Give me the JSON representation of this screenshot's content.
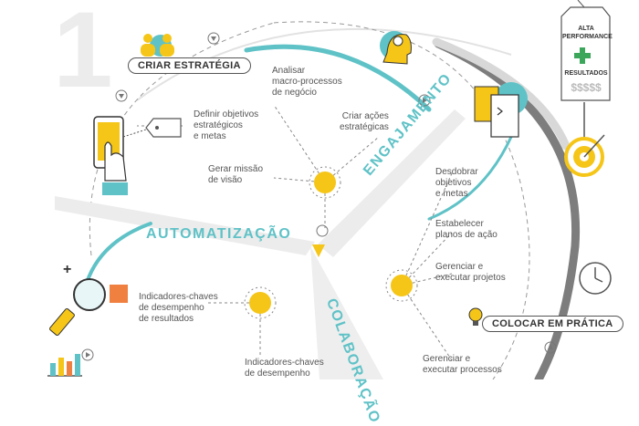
{
  "step_number": "1",
  "labels": {
    "criar_estrategia": "CRIAR ESTRATÉGIA",
    "colocar_em_pratica": "COLOCAR EM PRÁTICA"
  },
  "sections": {
    "engajamento": "ENGAJAMENTO",
    "automatizacao": "AUTOMATIZAÇÃO",
    "colaboracao": "COLABORAÇÃO"
  },
  "items": {
    "analisar": "Analisar\nmacro-processos\nde negócio",
    "definir": "Definir objetivos\nestratégicos\ne metas",
    "criar_acoes": "Criar ações\nestratégicas",
    "gerar_missao": "Gerar missão\nde visão",
    "desdobrar": "Desdobrar\nobjetivos\ne metas",
    "estabelecer": "Estabelecer\nplanos de ação",
    "gerenciar_projetos": "Gerenciar e\nexecutar projetos",
    "gerenciar_processos": "Gerenciar e\nexecutar processos",
    "kpi_resultados": "Indicadores-chaves\nde desempenho\nde resultados",
    "kpi_desempenho": "Indicadores-chaves\nde desempenho"
  },
  "tag": {
    "top": "ALTA\nPERFORMANCE",
    "bottom": "RESULTADOS",
    "money": "$$$$$"
  },
  "icons": [
    "people-icon",
    "gear-head-icon",
    "documents-icon",
    "price-tag-icon",
    "target-icon",
    "phone-touch-icon",
    "tag-icon",
    "magnifier-icon",
    "bar-chart-icon",
    "clock-icon",
    "lightbulb-icon",
    "sun-node-icon"
  ],
  "colors": {
    "teal": "#5fc2c7",
    "yellow": "#f5c518",
    "orange": "#f08040",
    "gray": "#8a8a8a"
  }
}
